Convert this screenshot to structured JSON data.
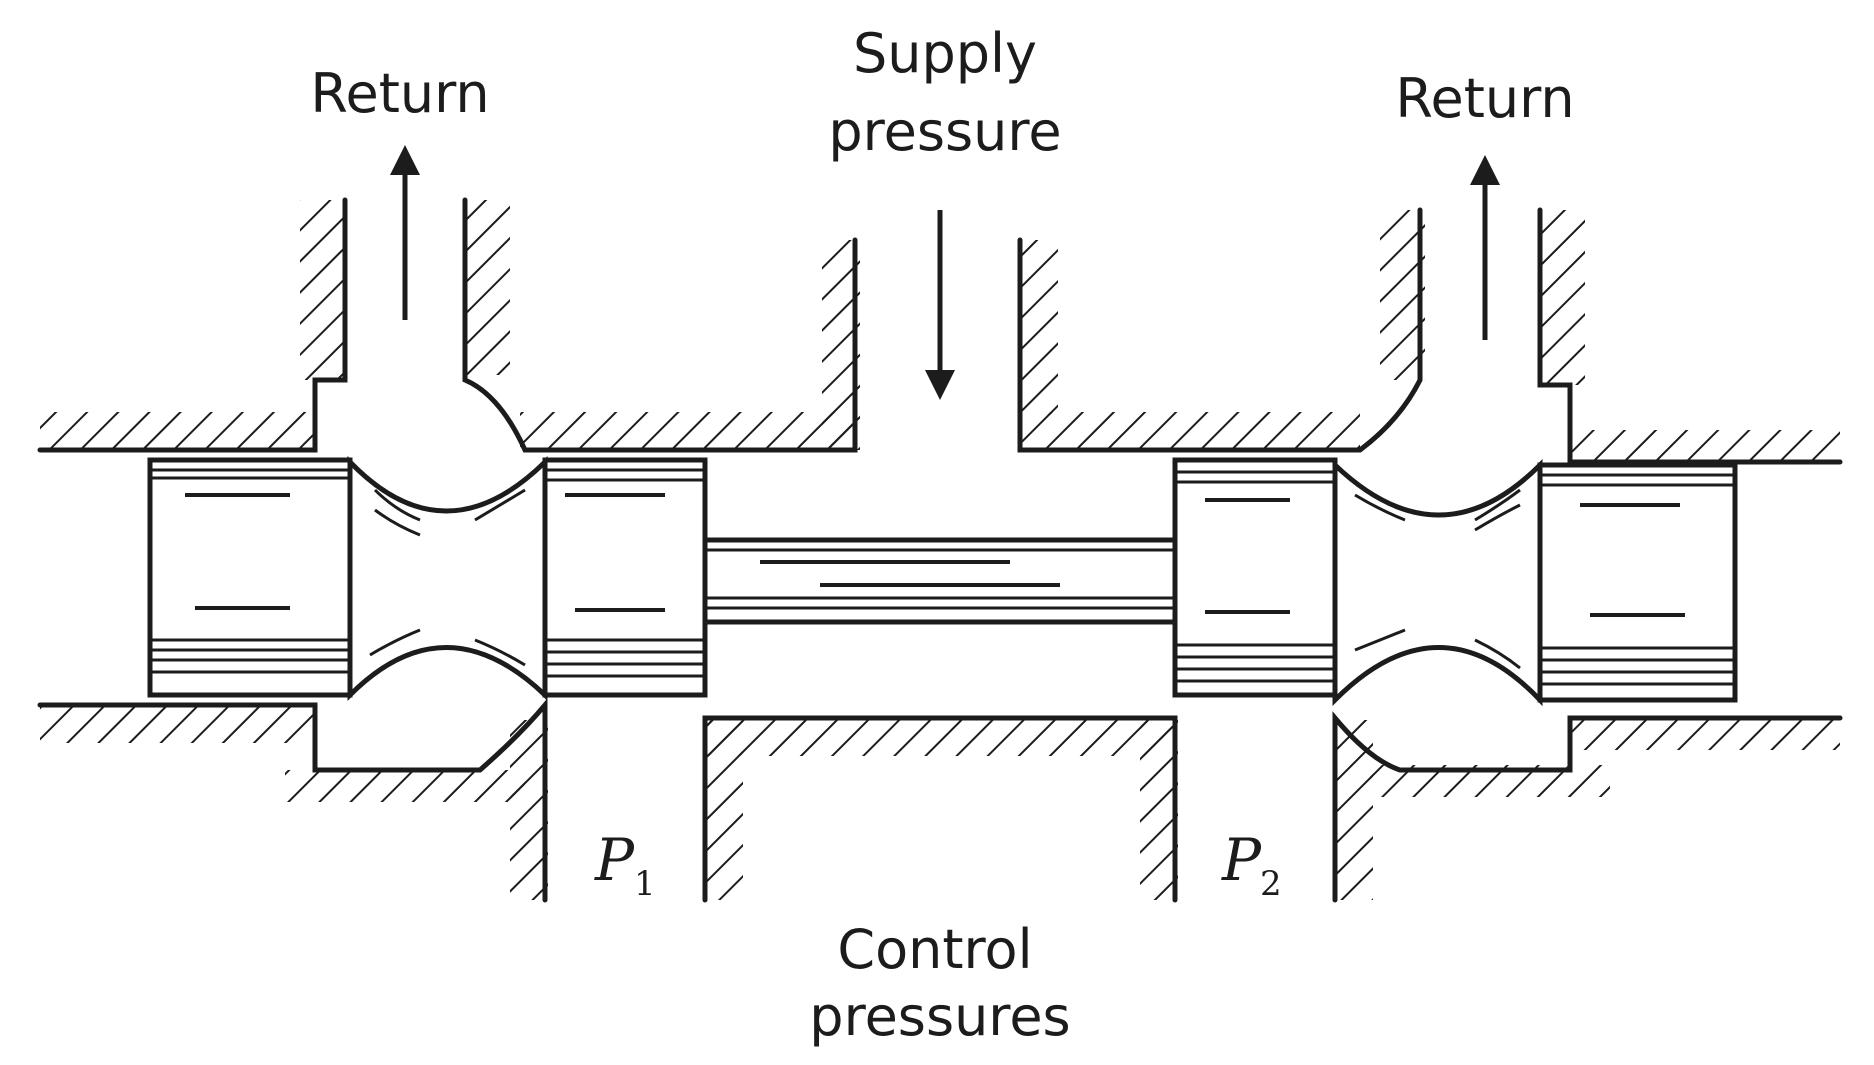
{
  "labels": {
    "return_left": "Return",
    "supply_line1": "Supply",
    "supply_line2": "pressure",
    "return_right": "Return",
    "p1_main": "P",
    "p1_sub": "1",
    "p2_main": "P",
    "p2_sub": "2",
    "control_line1": "Control",
    "control_line2": "pressures"
  },
  "colors": {
    "ink": "#1c1c1c",
    "background": "#ffffff"
  }
}
